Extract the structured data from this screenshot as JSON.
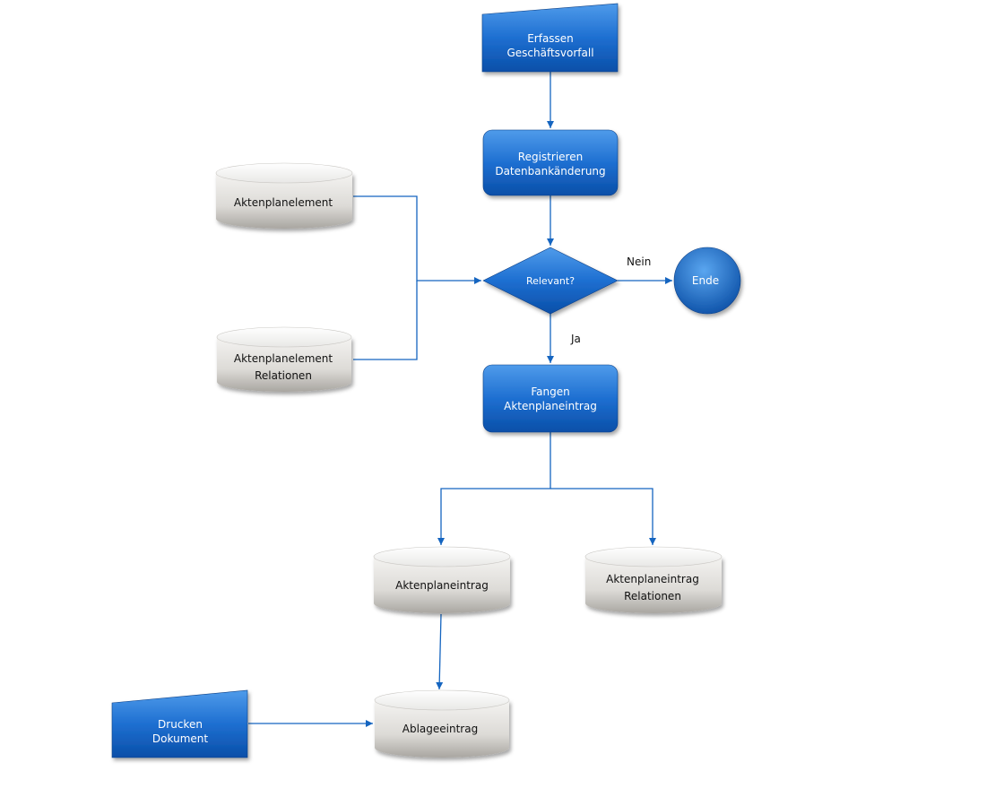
{
  "nodes": {
    "erfassen": {
      "line1": "Erfassen",
      "line2": "Geschäftsvorfall"
    },
    "registrieren": {
      "line1": "Registrieren",
      "line2": "Datenbankänderung"
    },
    "relevant": {
      "label": "Relevant?"
    },
    "ende": {
      "label": "Ende"
    },
    "fangen": {
      "line1": "Fangen",
      "line2": "Aktenplaneintrag"
    },
    "db_aktenplanelement": {
      "label": "Aktenplanelement"
    },
    "db_aktenplanelement_rel": {
      "line1": "Aktenplanelement",
      "line2": "Relationen"
    },
    "db_aktenplaneintrag": {
      "label": "Aktenplaneintrag"
    },
    "db_aktenplaneintrag_rel": {
      "line1": "Aktenplaneintrag",
      "line2": "Relationen"
    },
    "db_ablageeintrag": {
      "label": "Ablageeintrag"
    },
    "drucken": {
      "line1": "Drucken",
      "line2": "Dokument"
    }
  },
  "edges": {
    "nein": "Nein",
    "ja": "Ja"
  },
  "colors": {
    "process_blue": "#1565c0",
    "connector_blue": "#1565c0",
    "db_gray": "#d5d3cf"
  }
}
